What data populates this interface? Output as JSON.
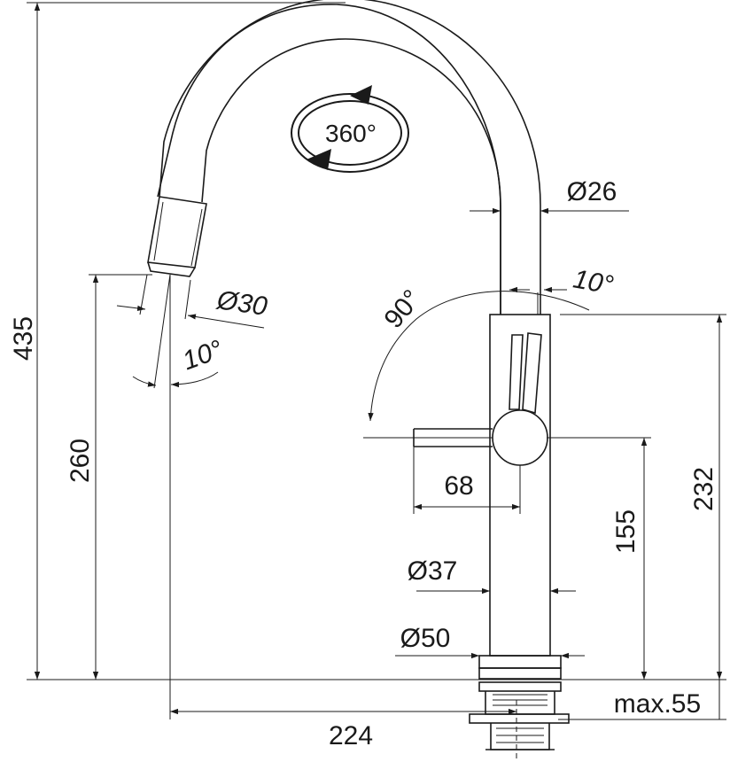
{
  "drawing": {
    "dimensions": {
      "total_height": "435",
      "spout_outlet_height": "260",
      "spout_reach": "224",
      "spout_tube_diameter": "Ø26",
      "outlet_diameter": "Ø30",
      "outlet_tilt": "10°",
      "spout_tilt": "10°",
      "lever_swing": "90°",
      "rotation": "360°",
      "lever_length": "68",
      "lever_height": "155",
      "body_height": "232",
      "body_diameter": "Ø37",
      "base_diameter": "Ø50",
      "max_deck_thickness": "max.55"
    }
  }
}
